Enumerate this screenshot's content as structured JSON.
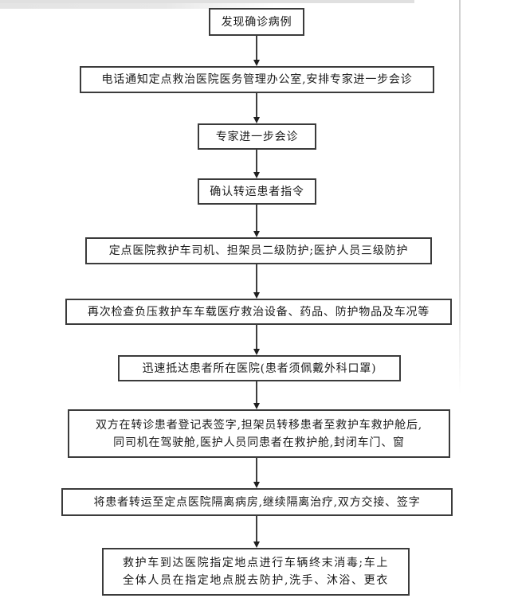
{
  "page": {
    "background_color": "#ffffff",
    "border_color": "#3b3b3b",
    "arrow_color": "#1e1e1e",
    "text_color": "#1b1b1b"
  },
  "flowchart": {
    "type": "vertical-process-flow",
    "nodes": [
      {
        "text": "发现确诊病例"
      },
      {
        "text": "电话通知定点救治医院医务管理办公室,安排专家进一步会诊"
      },
      {
        "text": "专家进一步会诊"
      },
      {
        "text": "确认转运患者指令"
      },
      {
        "text": "定点医院救护车司机、担架员二级防护;医护人员三级防护"
      },
      {
        "text": "再次检查负压救护车车载医疗救治设备、药品、防护物品及车况等"
      },
      {
        "text": "迅速抵达患者所在医院(患者须佩戴外科口罩)"
      },
      {
        "lines": [
          "双方在转诊患者登记表签字,担架员转移患者至救护车救护舱后,",
          "同司机在驾驶舱,医护人员同患者在救护舱,封闭车门、窗"
        ]
      },
      {
        "text": "将患者转运至定点医院隔离病房,继续隔离治疗,双方交接、签字"
      },
      {
        "lines": [
          "救护车到达医院指定地点进行车辆终末消毒;车上",
          "全体人员在指定地点脱去防护,洗手、沐浴、更衣"
        ]
      }
    ]
  }
}
